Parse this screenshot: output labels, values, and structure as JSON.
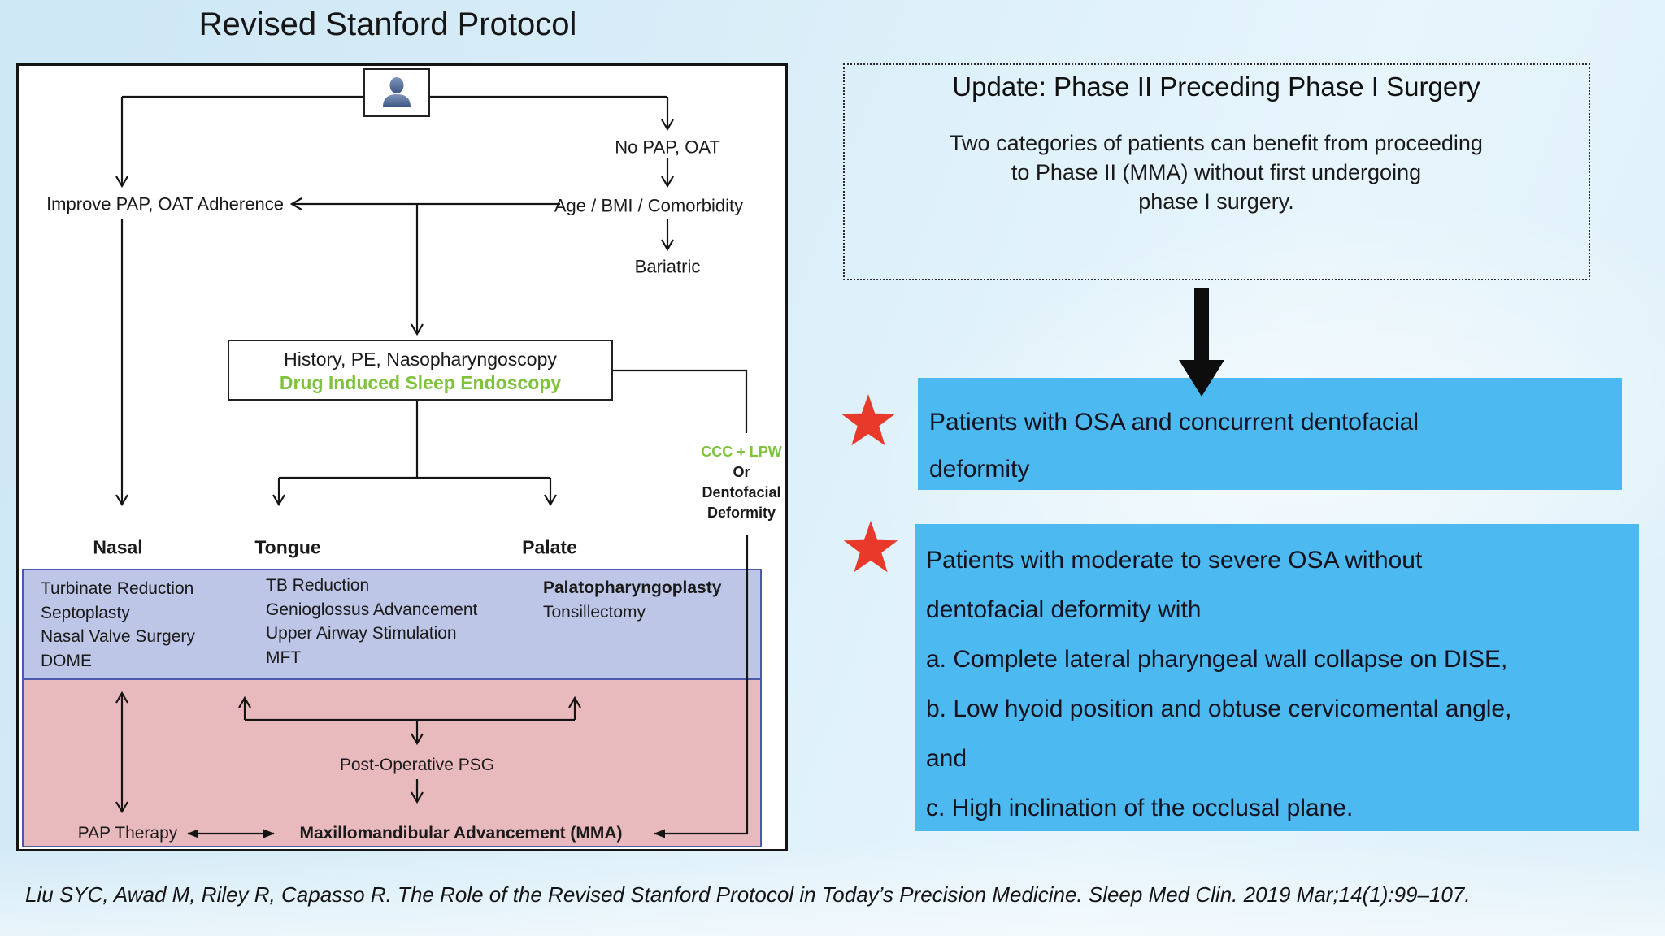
{
  "slide": {
    "title": "Revised Stanford Protocol",
    "citation": "Liu SYC, Awad M, Riley R, Capasso R. The Role of the Revised Stanford Protocol in Today’s Precision Medicine. Sleep Med Clin. 2019 Mar;14(1):99–107."
  },
  "flowchart": {
    "patient_icon": "person-icon",
    "nodes": {
      "no_pap_oat": "No PAP, OAT",
      "age_bmi_comorbidity": "Age / BMI / Comorbidity",
      "bariatric": "Bariatric",
      "improve_pap": "Improve PAP, OAT Adherence",
      "history_line1": "History, PE, Nasopharyngoscopy",
      "history_line2": "Drug Induced Sleep Endoscopy",
      "ccc_lpw": "CCC + LPW",
      "or": "Or",
      "dentofacial": "Dentofacial",
      "deformity": "Deformity",
      "nasal": "Nasal",
      "tongue": "Tongue",
      "palate": "Palate",
      "post_op_psg": "Post-Operative PSG",
      "pap_therapy": "PAP Therapy",
      "mma": "Maxillomandibular Advancement (MMA)"
    },
    "phase1_items": {
      "nasal": [
        "Turbinate Reduction",
        "Septoplasty",
        "Nasal Valve Surgery",
        "DOME"
      ],
      "tongue": [
        "TB Reduction",
        "Genioglossus Advancement",
        "Upper Airway Stimulation",
        "MFT"
      ],
      "palate": [
        "Palatopharyngoplasty",
        "Tonsillectomy"
      ]
    }
  },
  "update_panel": {
    "title": "Update: Phase II Preceding Phase I Surgery",
    "body_line1": "Two categories of patients can benefit from proceeding",
    "body_line2": "to Phase II (MMA) without first undergoing",
    "body_line3": "phase I surgery."
  },
  "highlights": [
    {
      "lines": [
        "Patients with OSA and concurrent dentofacial",
        "deformity"
      ]
    },
    {
      "lines": [
        "Patients with moderate to severe OSA without",
        "dentofacial deformity with",
        "a. Complete lateral pharyngeal wall collapse on DISE,",
        "b. Low hyoid position and obtuse cervicomental angle,",
        "and",
        "c. High inclination of the occlusal plane."
      ]
    }
  ],
  "colors": {
    "accent_green": "#7fc23d",
    "highlight_blue": "#4cb9f1",
    "star_red": "#e8392b",
    "lavender_fill": "#bdc6e6",
    "pink_fill": "#e9babd",
    "box_border_blue": "#4b59ab"
  }
}
